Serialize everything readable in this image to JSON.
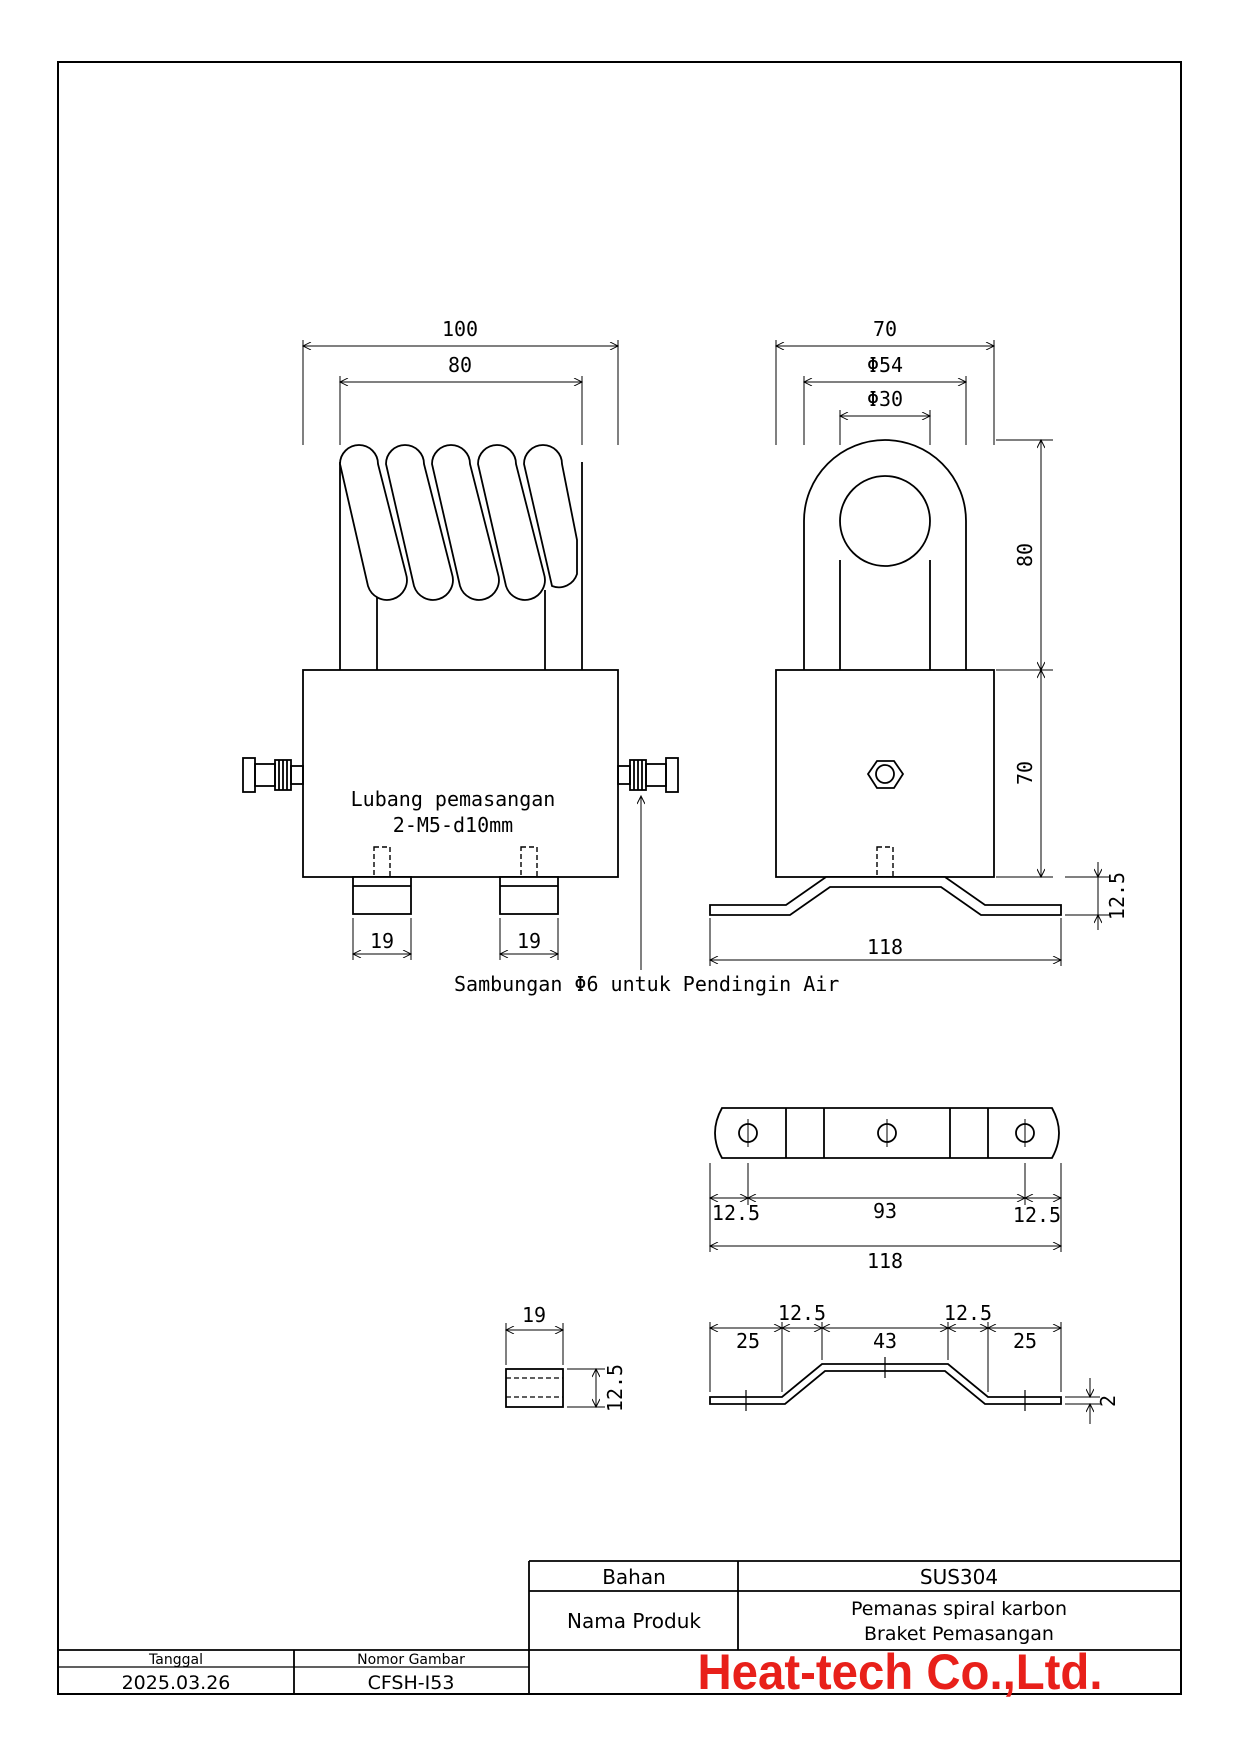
{
  "drawing": {
    "front_view": {
      "dim_overall_width": "100",
      "dim_coil_width": "80",
      "dim_foot_left": "19",
      "dim_foot_right": "19",
      "mounting_hole_label": "Lubang pemasangan",
      "mounting_hole_spec": "2-M5-d10mm"
    },
    "side_view": {
      "dim_width": "70",
      "dim_outer_diameter": "Φ54",
      "dim_inner_diameter": "Φ30",
      "dim_coil_height": "80",
      "dim_body_height": "70",
      "dim_bracket_height": "12.5",
      "dim_bracket_length": "118"
    },
    "cooling_note": "Sambungan Φ6 untuk Pendingin Air",
    "bracket_top_view": {
      "dim_left_offset": "12.5",
      "dim_hole_pitch": "93",
      "dim_right_offset": "12.5",
      "dim_total_length": "118"
    },
    "bracket_side_view": {
      "dim_left_flat": "25",
      "dim_left_slope": "12.5",
      "dim_center": "43",
      "dim_right_slope": "12.5",
      "dim_right_flat": "25",
      "dim_thickness": "2"
    },
    "foot_detail": {
      "dim_width": "19",
      "dim_height": "12.5"
    }
  },
  "title_block": {
    "material_label": "Bahan",
    "material_value": "SUS304",
    "product_label": "Nama Produk",
    "product_name_line1": "Pemanas spiral karbon",
    "product_name_line2": "Braket Pemasangan",
    "date_label": "Tanggal",
    "date_value": "2025.03.26",
    "drawing_no_label": "Nomor Gambar",
    "drawing_no_value": "CFSH-I53",
    "company": "Heat-tech Co.,Ltd."
  },
  "colors": {
    "line": "#000000",
    "brand": "#e8201a",
    "background": "#ffffff"
  }
}
